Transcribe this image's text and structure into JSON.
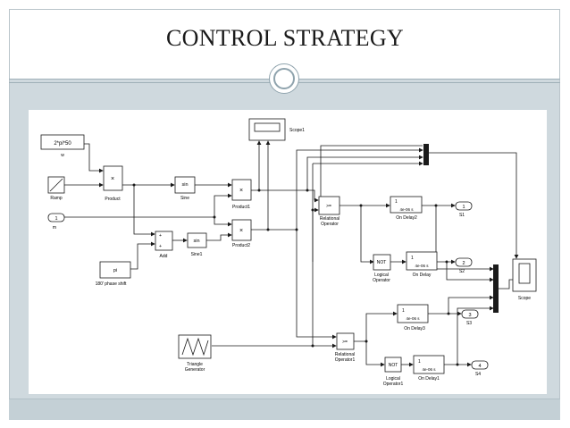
{
  "slide": {
    "title": "CONTROL STRATEGY"
  },
  "colors": {
    "frame": "#cfd9de",
    "panel": "#ffffff",
    "lines": "#1a1a1a"
  },
  "diagram": {
    "const_w_value": "2*pi*50",
    "const_w_label": "w",
    "ramp_label": "Ramp",
    "const_m_value": "1",
    "const_m_label": "m",
    "product_symbol": "×",
    "product_label": "Product",
    "sine_fn": "sin",
    "sine_label": "Sine",
    "product1_label": "Product1",
    "product2_label": "Product2",
    "scope1_label": "Scope1",
    "add_label": "Add",
    "sine1_label": "Sine1",
    "pi_value": "pi",
    "phase_label": "180' phase shift",
    "relop_label1": "Relational",
    "relop_label2": "Operator",
    "relop1_label2": "Operator1",
    "relop_symbol": ">=",
    "delay_num": "1",
    "delay_value": "4e-06 s",
    "ondelay2_label": "On Delay2",
    "ondelay_label": "On Delay",
    "ondelay3_label": "On Delay3",
    "ondelay1_label": "On Delay1",
    "not_text": "NOT",
    "logical_label1": "Logical",
    "logical_label2": "Operator",
    "logical1_label2": "Operator1",
    "out1_num": "1",
    "out1_label": "S1",
    "out2_num": "2",
    "out2_label": "S2",
    "out3_num": "3",
    "out3_label": "S3",
    "out4_num": "4",
    "out4_label": "S4",
    "tri_label1": "Triangle",
    "tri_label2": "Generator",
    "scope_label": "Scope"
  }
}
